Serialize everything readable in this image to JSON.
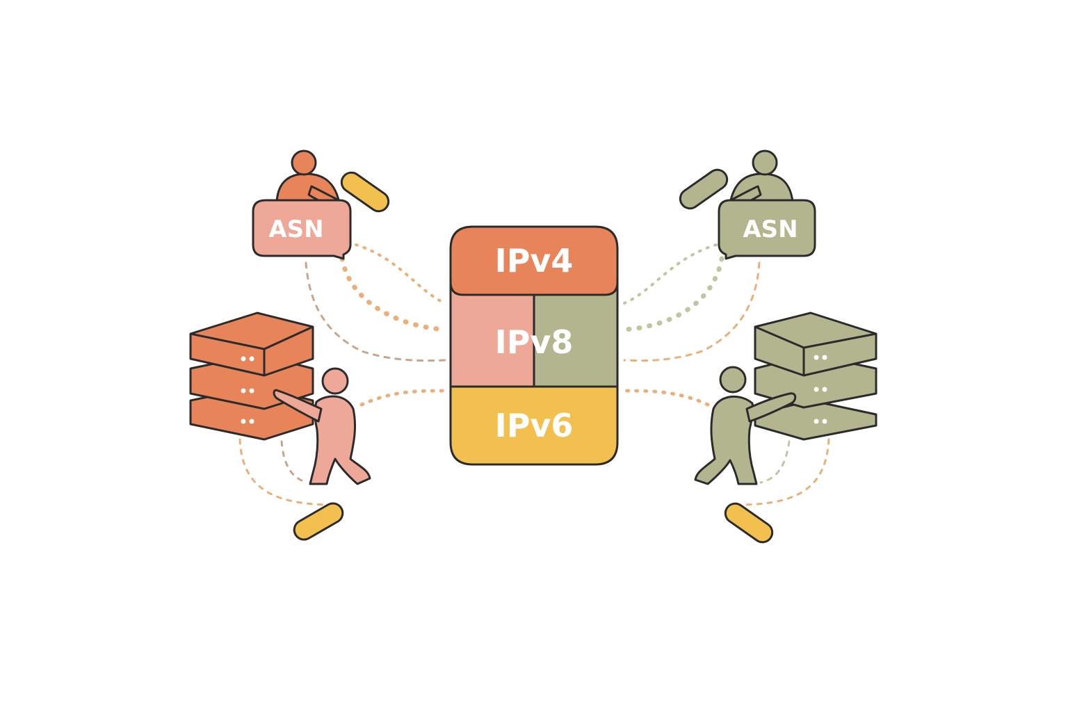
{
  "colors": {
    "ipv4": "#e8845a",
    "ipv8_left": "#eea898",
    "ipv8_right": "#b3b58e",
    "ipv6": "#f2c04e",
    "outline": "#2b2b2b",
    "orange_server": "#e8845a",
    "orange_person": "#eea898",
    "orange_figure": "#e8845a",
    "green": "#b3b58e",
    "pill": "#f2c04e",
    "connector_orange": "#eab07a",
    "connector_brown": "#c8a58a",
    "connector_green": "#c3c5a0",
    "label_text": "#ffffff"
  },
  "stack": {
    "top_label": "IPv4",
    "middle_label": "IPv8",
    "bottom_label": "IPv6"
  },
  "left_group": {
    "asn_label": "ASN"
  },
  "right_group": {
    "asn_label": "ASN"
  }
}
